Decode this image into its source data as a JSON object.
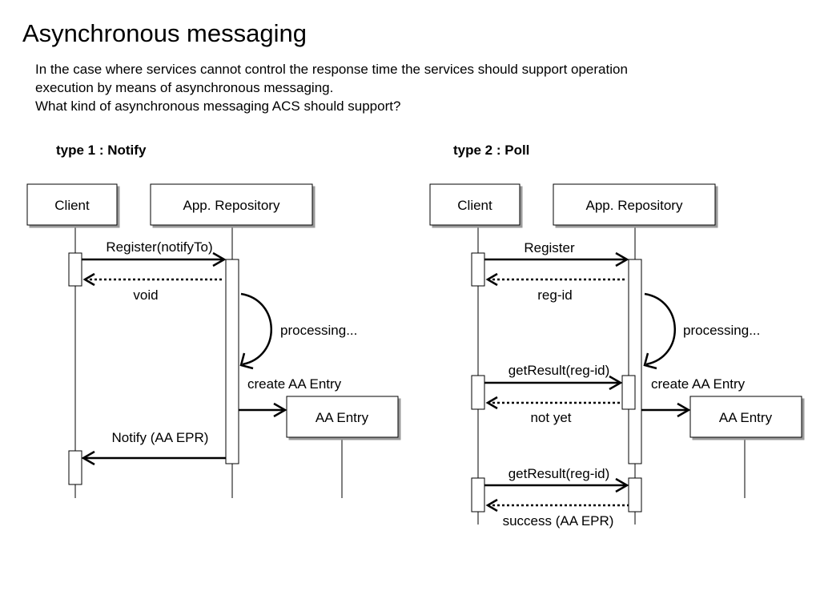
{
  "title": "Asynchronous messaging",
  "intro": {
    "line1": "In the case where services cannot control the response time the services should support operation",
    "line2": "execution by means of asynchronous messaging.",
    "line3": "What kind of asynchronous messaging ACS should support?"
  },
  "notify": {
    "heading": "type 1 : Notify",
    "client": "Client",
    "repository": "App. Repository",
    "msg_register": "Register(notifyTo)",
    "msg_return": "void",
    "processing": "processing...",
    "create": "create AA Entry",
    "entry": "AA Entry",
    "notify": "Notify (AA EPR)"
  },
  "poll": {
    "heading": "type 2 : Poll",
    "client": "Client",
    "repository": "App. Repository",
    "msg_register": "Register",
    "msg_return": "reg-id",
    "processing": "processing...",
    "get_result_1": "getResult(reg-id)",
    "create": "create AA Entry",
    "not_yet": "not yet",
    "entry": "AA Entry",
    "get_result_2": "getResult(reg-id)",
    "success": "success (AA EPR)"
  }
}
